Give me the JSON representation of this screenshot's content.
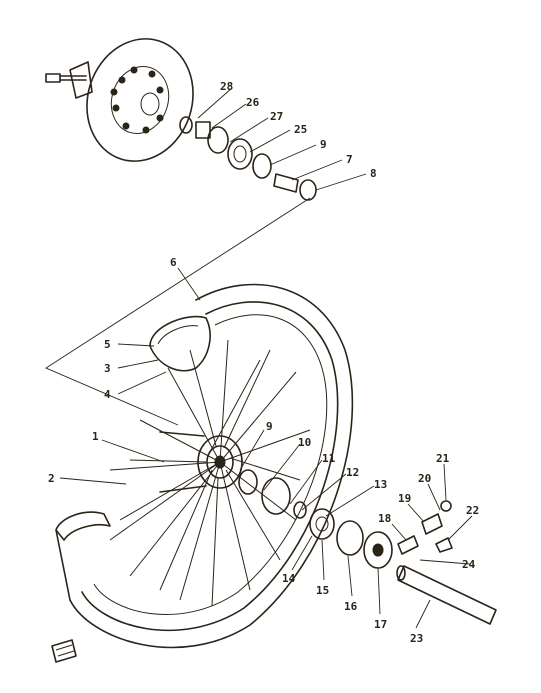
{
  "callouts": [
    "1",
    "2",
    "3",
    "4",
    "5",
    "6",
    "7",
    "8",
    "9",
    "9",
    "10",
    "11",
    "12",
    "13",
    "14",
    "15",
    "16",
    "17",
    "18",
    "19",
    "20",
    "21",
    "22",
    "23",
    "24",
    "25",
    "26",
    "27",
    "28"
  ]
}
